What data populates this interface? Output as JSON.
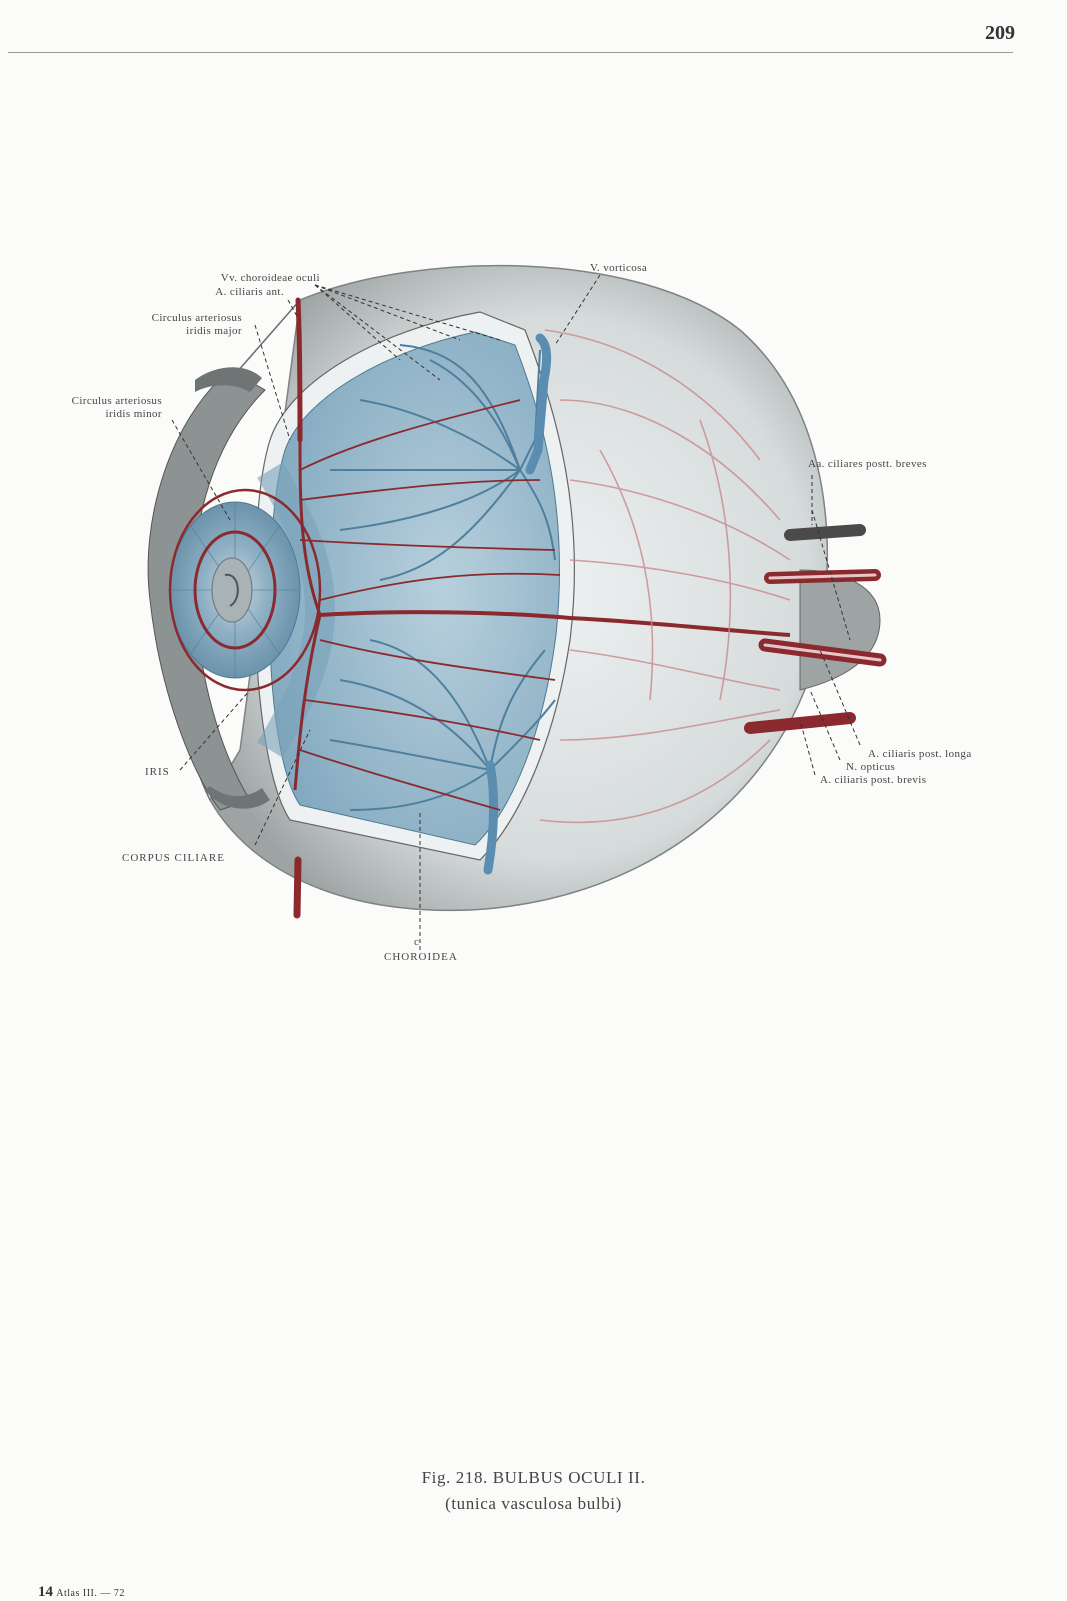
{
  "header": {
    "page_number": "209"
  },
  "figure": {
    "labels": {
      "vv_choroideae": "Vv. choroideae oculi",
      "a_ciliaris_ant": "A. ciliaris ant.",
      "circ_major_1": "Circulus arteriosus",
      "circ_major_2": "iridis major",
      "circ_minor_1": "Circulus arteriosus",
      "circ_minor_2": "iridis minor",
      "v_vorticosa": "V. vorticosa",
      "aa_ciliares_breves": "Aa. ciliares postt. breves",
      "a_ciliaris_longa": "A. ciliaris post. longa",
      "n_opticus": "N. opticus",
      "a_ciliaris_brevis": "A. ciliaris post. brevis",
      "iris": "IRIS",
      "corpus_ciliare": "CORPUS CILIARE",
      "choroidea_mark": "c",
      "choroidea": "CHOROIDEA"
    },
    "colors": {
      "artery": "#8a2a2e",
      "vein": "#5e8fae",
      "sclera": "#d9dcdc",
      "nerve": "#4a4a4a"
    }
  },
  "caption": {
    "title": "Fig. 218. BULBUS OCULI II.",
    "subtitle": "(tunica vasculosa bulbi)"
  },
  "footer": {
    "number": "14",
    "text": "Atlas III. — 72"
  }
}
